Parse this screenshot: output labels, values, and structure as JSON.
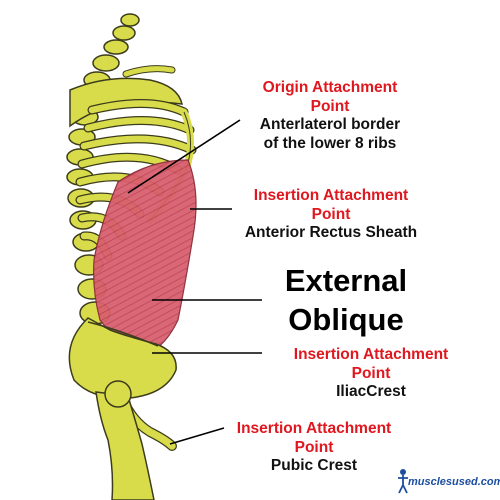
{
  "labels": {
    "origin_title": "Origin Attachment\nPoint",
    "origin_desc": "Anterlaterol border\nof the lower 8 ribs",
    "insertion1_title": "Insertion Attachment\nPoint",
    "insertion1_desc": "Anterior Rectus Sheath",
    "muscle_name": "External\nOblique",
    "insertion2_title": "Insertion Attachment\nPoint",
    "insertion2_desc": "IliacCrest",
    "insertion3_title": "Insertion Attachment\nPoint",
    "insertion3_desc": "Pubic Crest"
  },
  "watermark": {
    "text": "musclesused.com"
  },
  "colors": {
    "label_red": "#e0171e",
    "bone": "#d9dc4a",
    "bone_outline": "#3c3c1c",
    "muscle": "#d85f6e",
    "muscle_stripe": "#b93d4f",
    "leader_line": "#000000"
  }
}
